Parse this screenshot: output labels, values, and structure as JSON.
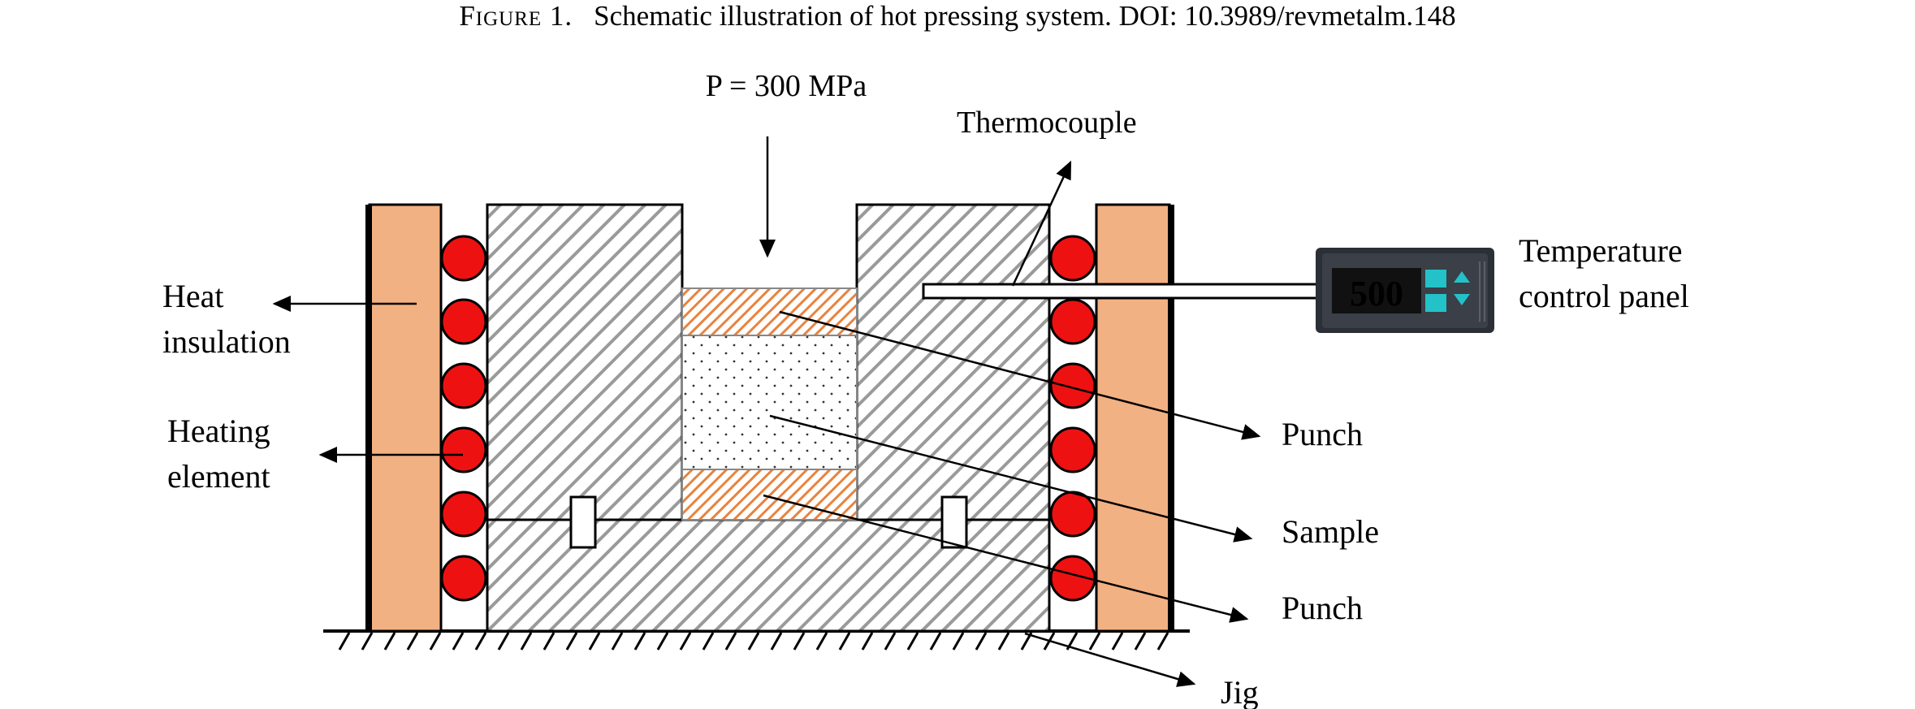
{
  "caption": {
    "figure_label": "Figure 1.",
    "text": "Schematic illustration of hot pressing system. DOI: 10.3989/revmetalm.148"
  },
  "diagram": {
    "pressure_label": "P = 300 MPa",
    "labels": {
      "thermocouple": "Thermocouple",
      "temperature_panel_line1": "Temperature",
      "temperature_panel_line2": "control panel",
      "heat_insulation_line1": "Heat",
      "heat_insulation_line2": "insulation",
      "heating_element_line1": "Heating",
      "heating_element_line2": "element",
      "punch_top": "Punch",
      "sample": "Sample",
      "punch_bottom": "Punch",
      "jig": "Jig"
    },
    "panel_display": "500",
    "colors": {
      "insulation": "#f2b183",
      "heater": "#ee1111",
      "punch_hatch": "#e8833e",
      "panel_body": "#2b2f36",
      "display_digits": "#ff2a2a",
      "panel_buttons": "#22c2c8"
    }
  }
}
